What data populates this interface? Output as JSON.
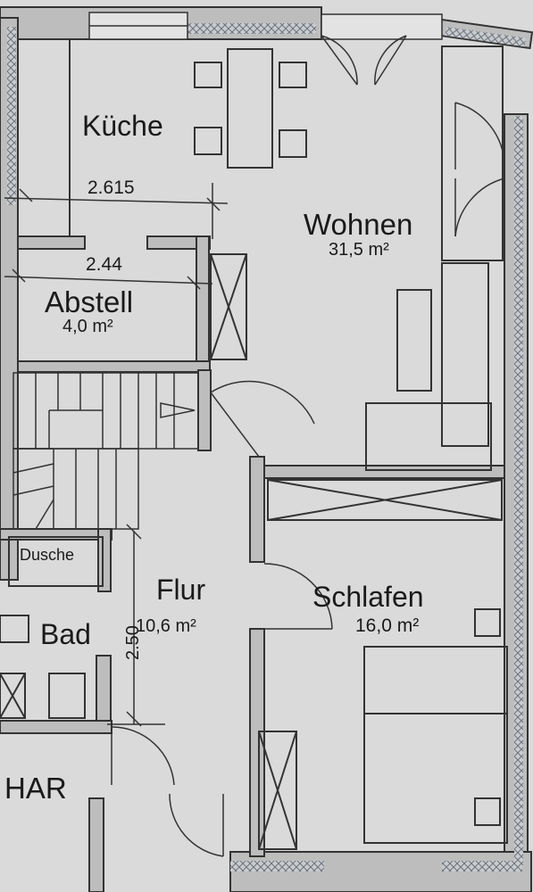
{
  "rooms": {
    "kueche": {
      "name": "Küche"
    },
    "wohnen": {
      "name": "Wohnen",
      "area": "31,5 m²"
    },
    "abstell": {
      "name": "Abstell",
      "area": "4,0 m²"
    },
    "dusche": {
      "name": "Dusche"
    },
    "bad": {
      "name": "Bad"
    },
    "flur": {
      "name": "Flur",
      "area": "10,6 m²"
    },
    "schlafen": {
      "name": "Schlafen",
      "area": "16,0 m²"
    },
    "har": {
      "name": "HAR"
    }
  },
  "dimensions": {
    "kueche_width": "2.615",
    "abstell_width": "2.44",
    "flur_dim": "2.50"
  },
  "colors": {
    "paper": "#d9d9d9",
    "wall_fill": "#b9b9b9",
    "line": "#3a3a3a",
    "insulation": "#8c9096"
  }
}
